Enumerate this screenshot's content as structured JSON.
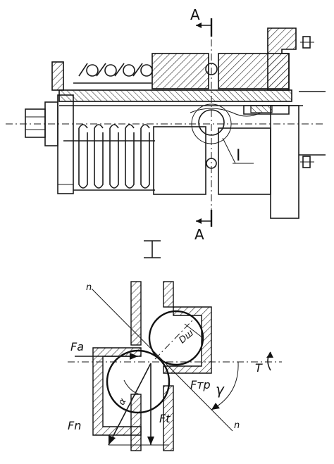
{
  "labels": {
    "section_top": "A",
    "section_bottom": "A",
    "detail_ref": "I",
    "detail_title": "I",
    "n_top": "n",
    "n_bottom": "n",
    "fa": "Fa",
    "ftp": "Fтр",
    "fn": "Fn",
    "ft": "Ft",
    "t": "T",
    "gamma": "γ",
    "alpha": "α",
    "d_ball": "Dш"
  }
}
